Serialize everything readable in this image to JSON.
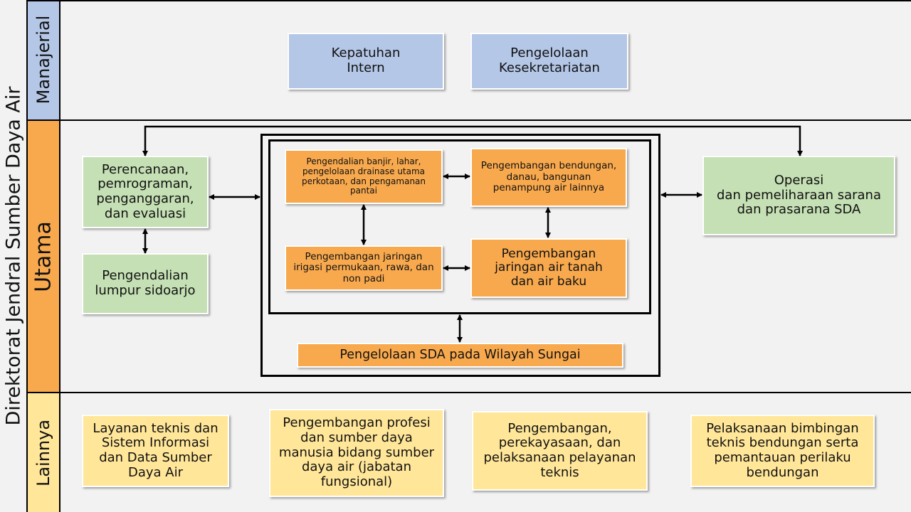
{
  "title": "Direktorat Jendral Sumber Daya Air",
  "sections": {
    "manajerial": "Manajerial",
    "utama": "Utama",
    "lainnya": "Lainnya"
  },
  "manajerial": {
    "box1": "Kepatuhan\nIntern",
    "box2": "Pengelolaan\nKesekretariatan"
  },
  "utama": {
    "perencanaan": "Perencanaan,\npemrograman,\npenganggaran,\ndan evaluasi",
    "pengendalian_lumpur": "Pengendalian\nlumpur sidoarjo",
    "banjir": "Pengendalian banjir, lahar, pengelolaan drainase utama perkotaan, dan pengamanan pantai",
    "bendungan": "Pengembangan bendungan, danau, bangunan penampung air lainnya",
    "irigasi": "Pengembangan jaringan irigasi permukaan, rawa, dan non padi",
    "air_tanah": "Pengembangan\njaringan air tanah\ndan air baku",
    "wilayah_sungai": "Pengelolaan SDA pada Wilayah Sungai",
    "operasi": "Operasi\ndan pemeliharaan sarana\ndan prasarana SDA"
  },
  "lainnya": {
    "layanan": "Layanan teknis dan\nSistem Informasi\ndan Data Sumber\nDaya Air",
    "profesi": "Pengembangan profesi\ndan sumber daya\nmanusia bidang sumber\ndaya air (jabatan\nfungsional)",
    "perekayasaan": "Pengembangan,\nperekayasaan, dan\npelaksanaan pelayanan\nteknis",
    "bimbingan": "Pelaksanaan bimbingan\nteknis bendungan serta\npemantauan perilaku\nbendungan"
  },
  "colors": {
    "background": "#f2f2f2",
    "blue": "#b4c7e7",
    "green": "#c5e0b4",
    "orange": "#f8a94e",
    "yellow": "#ffe699"
  }
}
